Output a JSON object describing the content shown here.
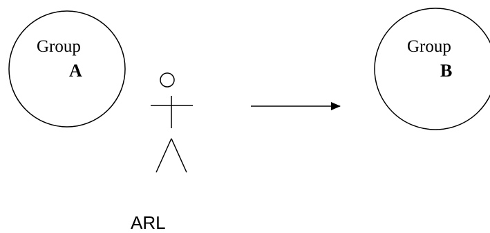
{
  "diagram": {
    "group_a": {
      "label": "Group",
      "letter": "A"
    },
    "group_b": {
      "label": "Group",
      "letter": "B"
    },
    "actor": {
      "label": "ARL"
    },
    "colors": {
      "stroke": "#000000",
      "background": "#ffffff"
    }
  }
}
